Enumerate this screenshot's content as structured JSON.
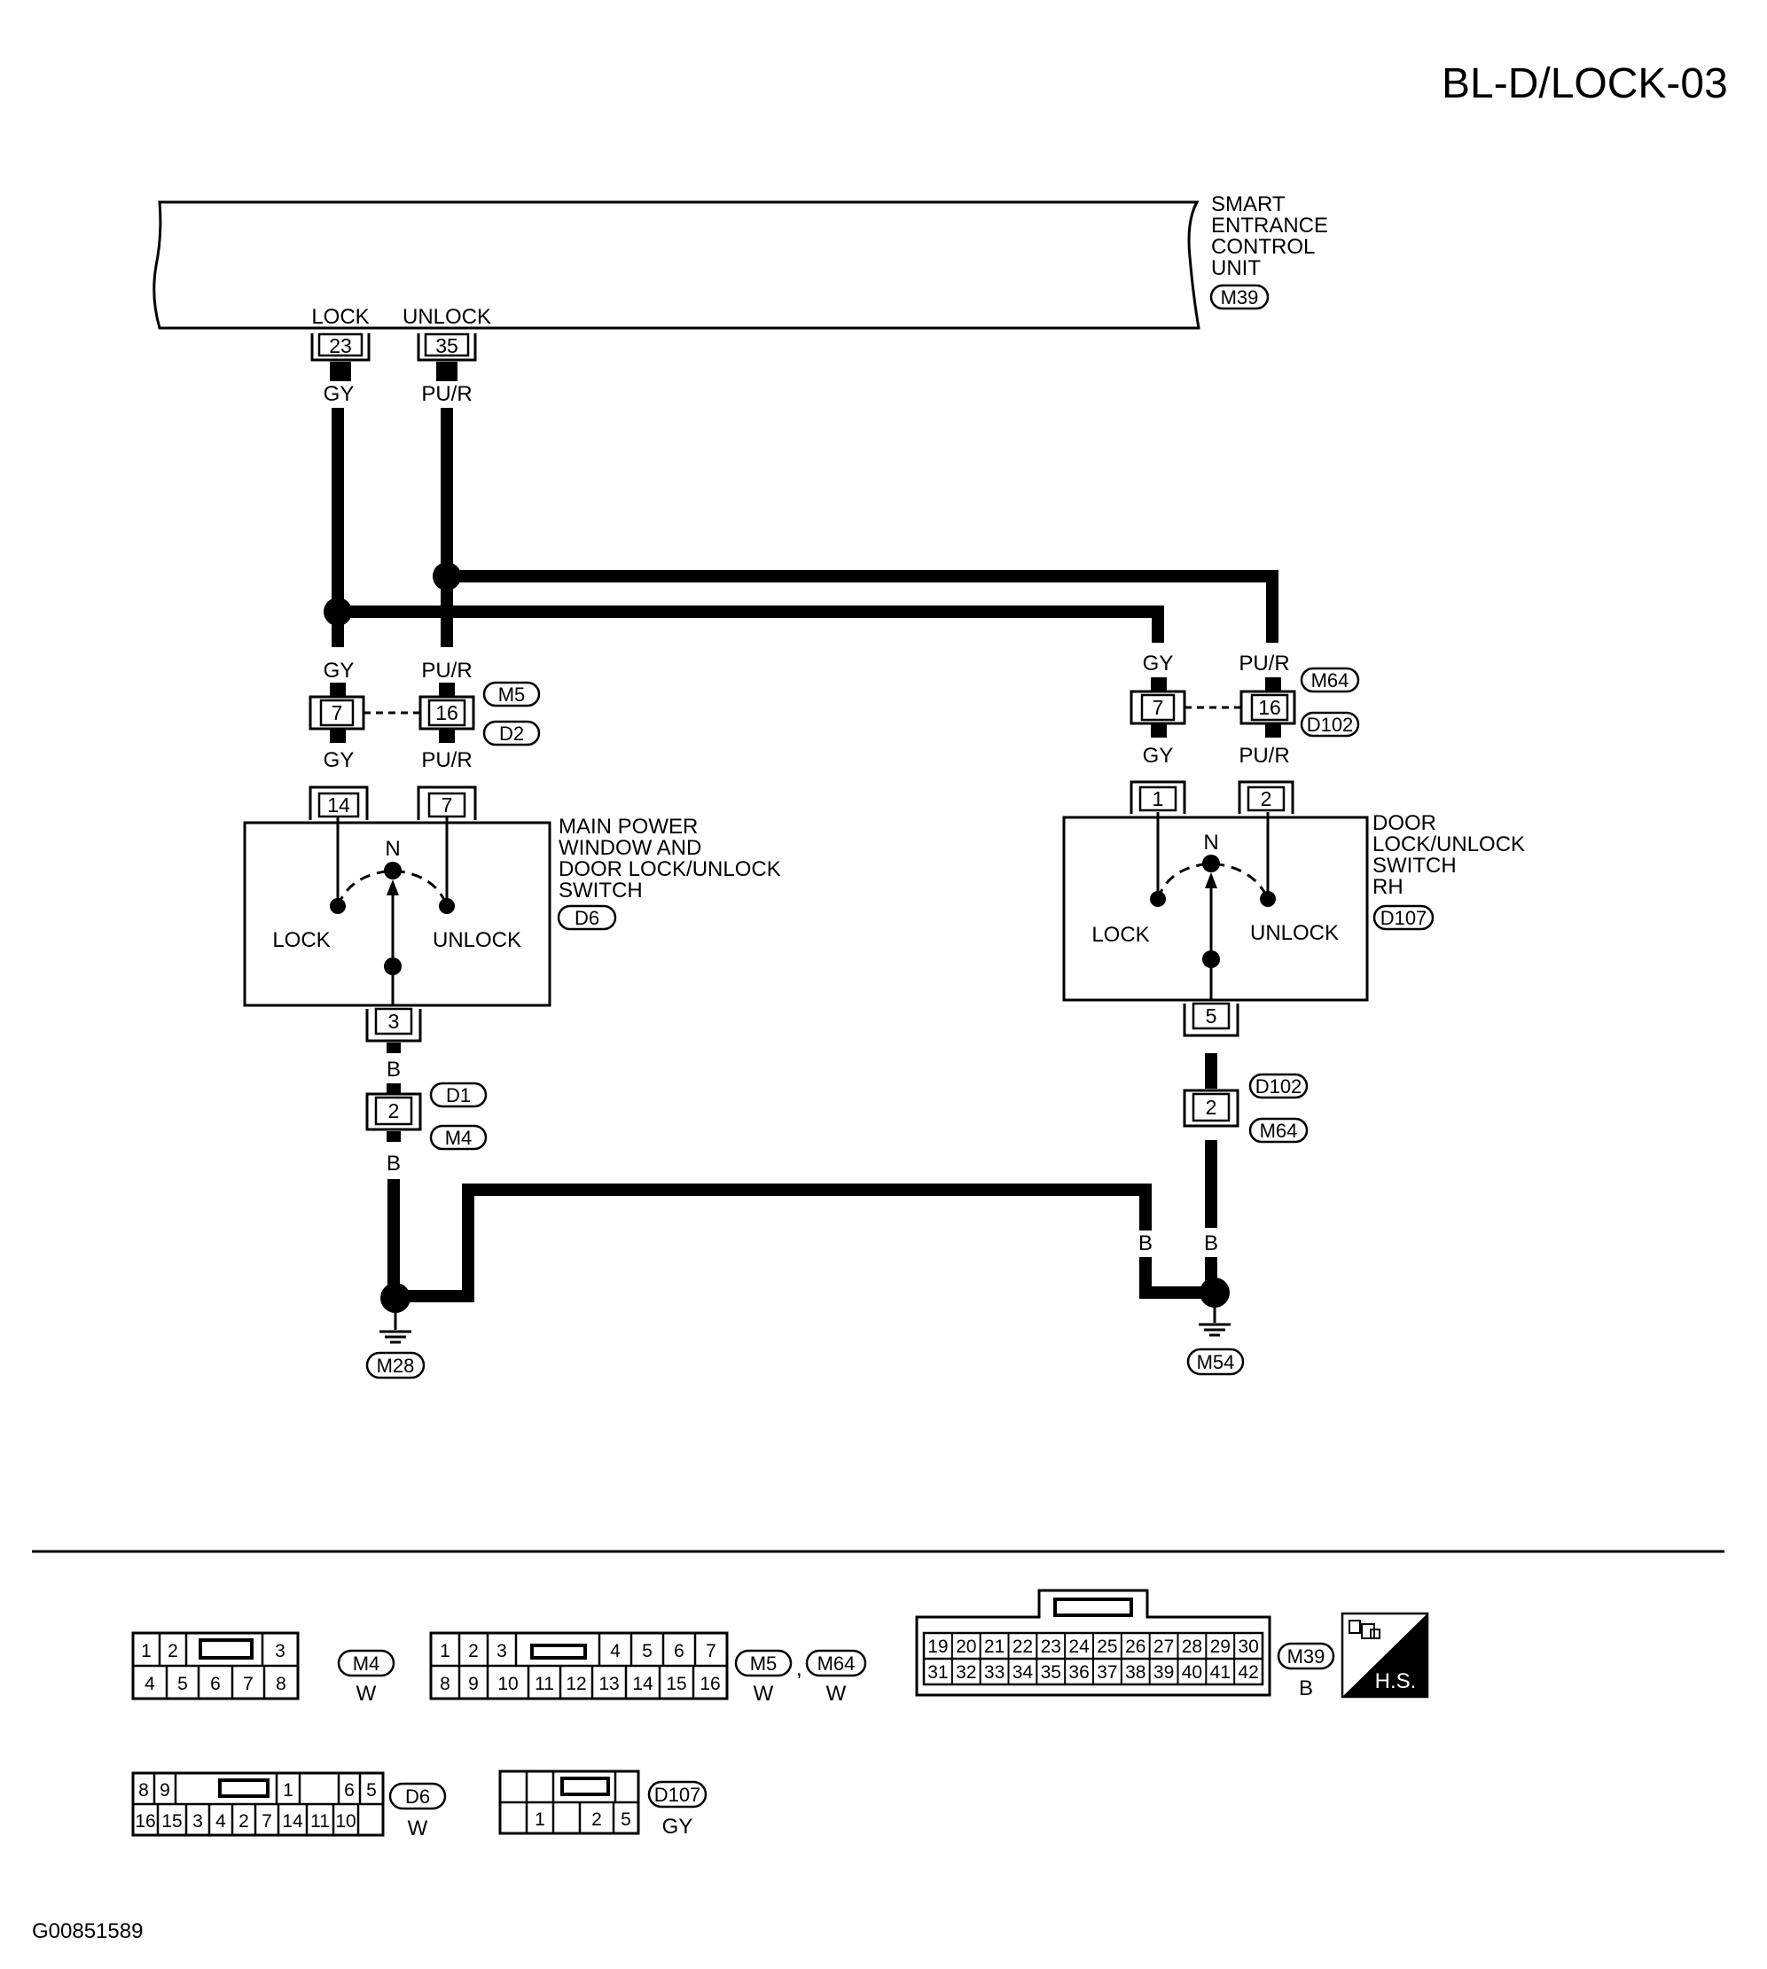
{
  "page": {
    "title": "BL-D/LOCK-03",
    "figure_id": "G00851589"
  },
  "colors": {
    "ink": "#000000",
    "paper": "#ffffff"
  },
  "control_unit": {
    "name_lines": [
      "SMART",
      "ENTRANCE",
      "CONTROL",
      "UNIT"
    ],
    "connector": "M39",
    "lock_label": "LOCK",
    "unlock_label": "UNLOCK",
    "lock_pin": "23",
    "unlock_pin": "35"
  },
  "wires": {
    "lock_color": "GY",
    "unlock_color": "PU/R",
    "ground_color": "B"
  },
  "left_harness": {
    "lock_pin": "7",
    "unlock_pin": "16",
    "connector_top": "M5",
    "connector_bottom": "D2"
  },
  "main_switch": {
    "name_lines": [
      "MAIN POWER",
      "WINDOW AND",
      "DOOR LOCK/UNLOCK",
      "SWITCH"
    ],
    "connector": "D6",
    "lock_pin": "14",
    "unlock_pin": "7",
    "ground_pin": "3",
    "neutral_label": "N",
    "lock_label": "LOCK",
    "unlock_label": "UNLOCK"
  },
  "left_ground_joint": {
    "pin": "2",
    "connector_top": "D1",
    "connector_bottom": "M4",
    "ground": "M28"
  },
  "right_harness": {
    "lock_pin": "7",
    "unlock_pin": "16",
    "connector_top": "M64",
    "connector_bottom": "D102"
  },
  "rh_switch": {
    "name_lines": [
      "DOOR",
      "LOCK/UNLOCK",
      "SWITCH",
      "RH"
    ],
    "connector": "D107",
    "lock_pin": "1",
    "unlock_pin": "2",
    "ground_pin": "5",
    "neutral_label": "N",
    "lock_label": "LOCK",
    "unlock_label": "UNLOCK"
  },
  "right_ground_joint": {
    "pin": "2",
    "connector_top": "D102",
    "connector_bottom": "M64",
    "ground": "M54"
  },
  "connector_views": {
    "m4": {
      "id": "M4",
      "color": "W",
      "row1": [
        "1",
        "2",
        "",
        "3"
      ],
      "row2": [
        "4",
        "5",
        "6",
        "7",
        "8"
      ]
    },
    "m5": {
      "id": "M5",
      "id2": "M64",
      "separator": ",",
      "color": "W",
      "color2": "W",
      "row1": [
        "1",
        "2",
        "3",
        "",
        "4",
        "5",
        "6",
        "7"
      ],
      "row2": [
        "8",
        "9",
        "10",
        "11",
        "12",
        "13",
        "14",
        "15",
        "16"
      ]
    },
    "m39": {
      "id": "M39",
      "color": "B",
      "badge": "H.S.",
      "row1": [
        "19",
        "20",
        "21",
        "22",
        "23",
        "24",
        "25",
        "26",
        "27",
        "28",
        "29",
        "30"
      ],
      "row2": [
        "31",
        "32",
        "33",
        "34",
        "35",
        "36",
        "37",
        "38",
        "39",
        "40",
        "41",
        "42"
      ]
    },
    "d6": {
      "id": "D6",
      "color": "W",
      "row1": [
        "8",
        "9",
        "",
        "",
        "1",
        "",
        "6",
        "5"
      ],
      "row2": [
        "16",
        "15",
        "3",
        "4",
        "2",
        "7",
        "14",
        "11",
        "10"
      ]
    },
    "d107": {
      "id": "D107",
      "color": "GY",
      "row1": [
        "",
        "",
        "",
        "",
        ""
      ],
      "row2": [
        "",
        "1",
        "",
        "2",
        "5"
      ]
    }
  }
}
